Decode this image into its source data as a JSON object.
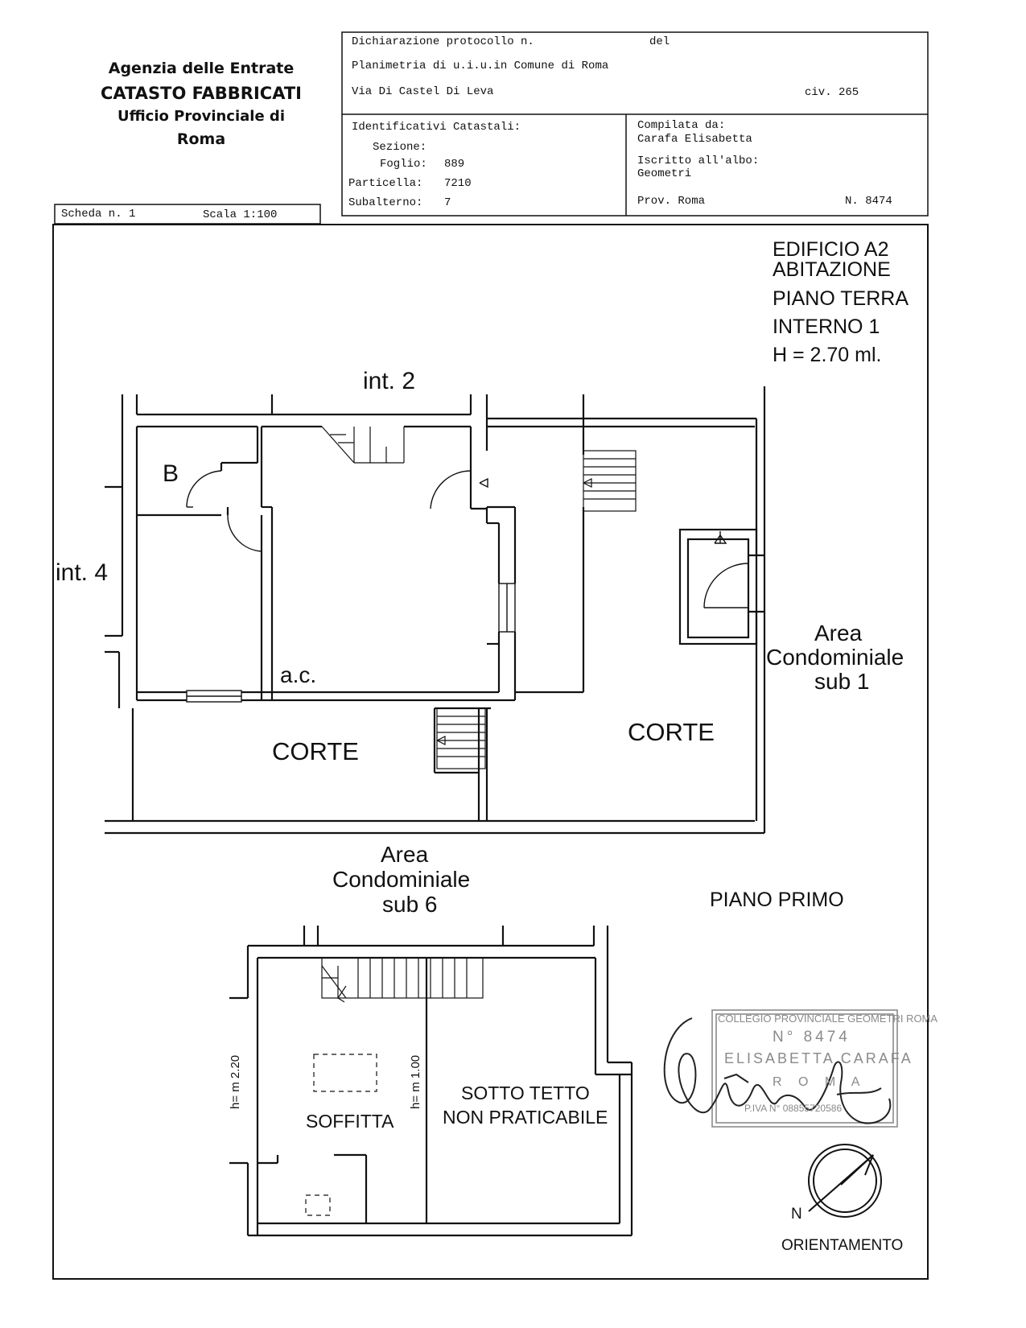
{
  "agency": {
    "line1": "Agenzia delle Entrate",
    "line2": "CATASTO FABBRICATI",
    "line3": "Ufficio Provinciale di",
    "line4": "Roma"
  },
  "header": {
    "protocol_label": "Dichiarazione protocollo n.",
    "del_label": "del",
    "planimetria": "Planimetria di u.i.u.in Comune di Roma",
    "address": "Via Di Castel Di Leva",
    "civ": "civ. 265",
    "ident_title": "Identificativi Catastali:",
    "sezione": "Sezione:",
    "foglio_label": "Foglio:",
    "foglio_value": "889",
    "particella_label": "Particella:",
    "particella_value": "7210",
    "subalterno_label": "Subalterno:",
    "subalterno_value": "7",
    "compilata_label": "Compilata da:",
    "compilata_name": "Carafa Elisabetta",
    "iscritto_label": "Iscritto all'albo:",
    "iscritto_value": "Geometri",
    "prov": "Prov. Roma",
    "numero": "N. 8474"
  },
  "scheda": {
    "scheda": "Scheda n. 1",
    "scala": "Scala 1:100"
  },
  "building": {
    "line1": "EDIFICIO A2",
    "line2": "ABITAZIONE",
    "line3": "PIANO TERRA",
    "line4": "INTERNO 1",
    "line5": "H = 2.70 ml."
  },
  "ground_floor": {
    "int2": "int. 2",
    "int4": "int. 4",
    "room_b": "B",
    "ac": "a.c.",
    "corte_left": "CORTE",
    "corte_right": "CORTE",
    "area_sub1_l1": "Area",
    "area_sub1_l2": "Condominiale",
    "area_sub1_l3": "sub 1",
    "area_sub6_l1": "Area",
    "area_sub6_l2": "Condominiale",
    "area_sub6_l3": "sub 6"
  },
  "first_floor": {
    "title": "PIANO PRIMO",
    "soffitta": "SOFFITTA",
    "h220": "h= m 2.20",
    "h100": "h= m 1.00",
    "sotto_l1": "SOTTO TETTO",
    "sotto_l2": "NON PRATICABILE"
  },
  "stamp": {
    "line1": "COLLEGIO PROVINCIALE GEOMETRI ROMA",
    "line2": "N° 8474",
    "line3": "ELISABETTA CARAFA",
    "line4": "R O M A",
    "line5": "P.IVA N° 08855720586"
  },
  "orientation": {
    "n": "N",
    "label": "ORIENTAMENTO"
  },
  "colors": {
    "ink": "#111111",
    "stamp": "#8a8a8a"
  }
}
